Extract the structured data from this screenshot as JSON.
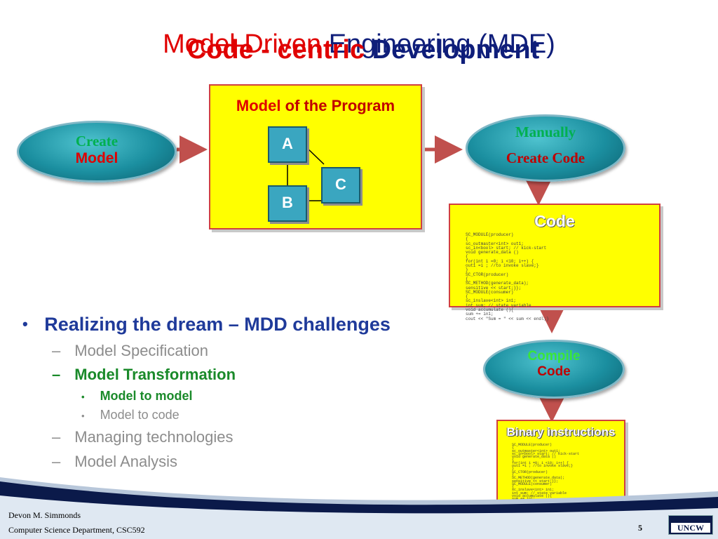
{
  "title": {
    "back_part1": "Model-Driven ",
    "back_part2": "Engineering (MDE)",
    "front_part1": "Code - centric ",
    "front_part2": "Development"
  },
  "diagram": {
    "create_model": {
      "line1": "Create",
      "line2": "Model"
    },
    "model_box": {
      "title_red": "Model",
      "title_rest": " of the Program"
    },
    "nodes": {
      "a": "A",
      "b": "B",
      "c": "C"
    },
    "manually": {
      "line1": "Manually",
      "line2": "Create Code"
    },
    "code_box": {
      "title": "Code"
    },
    "compile": {
      "line1": "Compile",
      "line2": "Code"
    },
    "binary_box": {
      "title": "Binary instructions"
    },
    "code_lines": [
      "SC_MODULE(producer)",
      "{",
      "sc_outmaster<int> out1;",
      "sc_in<bool> start; // kick-start",
      "void generate_data ()",
      "{",
      "for(int i =0; i <10; i++) {",
      "out1 =i ; //to invoke slave;}",
      "}",
      "SC_CTOR(producer)",
      "{",
      "SC_METHOD(generate_data);",
      "sensitive << start;}};",
      "SC_MODULE(consumer)",
      "{",
      "sc_inslave<int> in1;",
      "int sum; // state variable",
      "void accumulate (){",
      "sum += in1;",
      "cout << \"Sum = \" << sum << endl;}"
    ]
  },
  "bullets": {
    "main": "Realizing the dream – MDD challenges",
    "items": [
      {
        "text": "Model Specification"
      },
      {
        "text": "Model Transformation"
      },
      {
        "text": "Model to model"
      },
      {
        "text": "Model to code"
      },
      {
        "text": "Managing technologies"
      },
      {
        "text": "Model Analysis"
      }
    ]
  },
  "footer": {
    "author": "Devon M. Simmonds",
    "department": "Computer Science Department, CSC592",
    "page": "5",
    "logo": "UNCW"
  },
  "colors": {
    "red": "#e00000",
    "navy": "#0f1e7a",
    "yellow": "#ffff00",
    "teal": "#1b8fa0",
    "green": "#00b050",
    "bullet_blue": "#1f3a9a",
    "footer_navy": "#0b1a4a"
  }
}
